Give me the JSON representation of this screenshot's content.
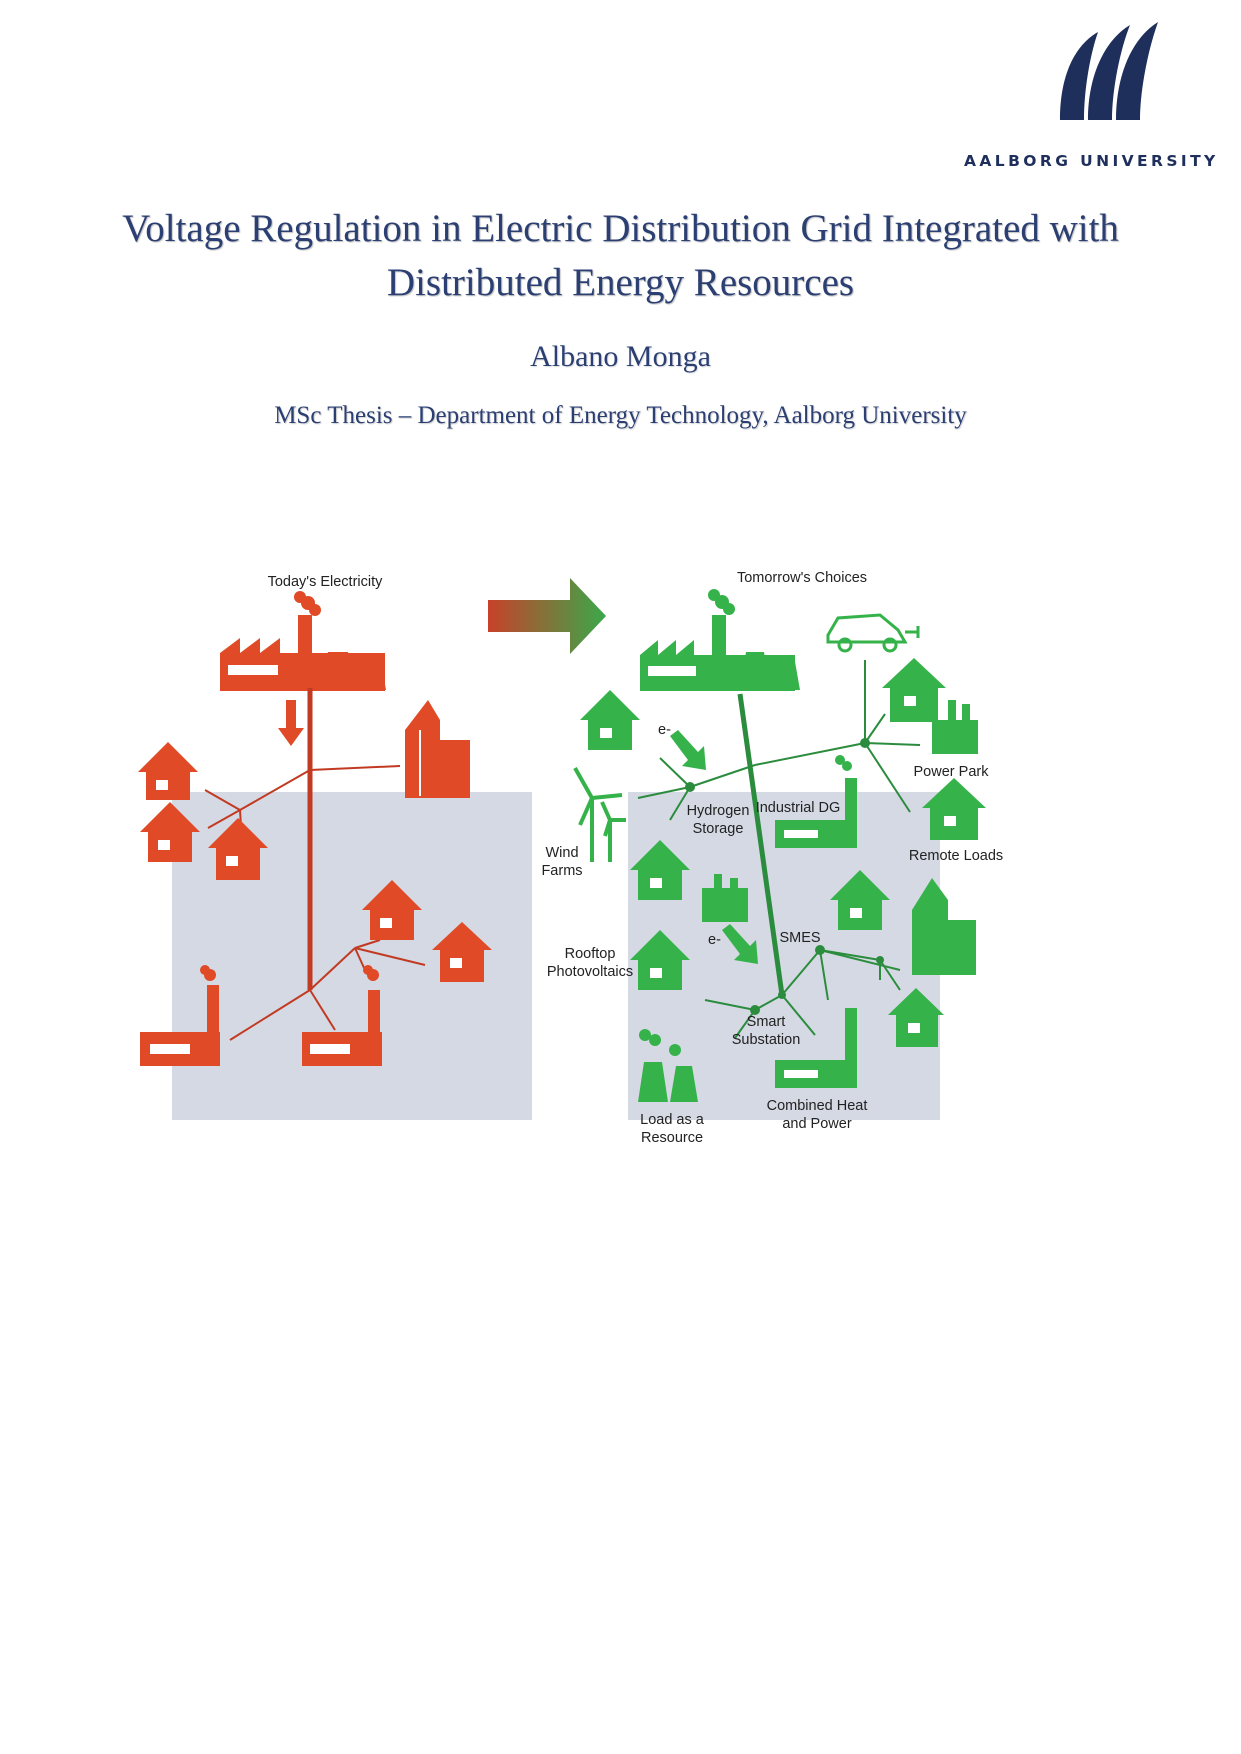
{
  "logo": {
    "university_name": "AALBORG UNIVERSITY",
    "icon": "aalborg-wave-logo-icon",
    "color": "#1f2f5b"
  },
  "title": "Voltage Regulation in Electric Distribution Grid Integrated with Distributed Energy Resources",
  "author": "Albano Monga",
  "subtitle": "MSc Thesis – Department of Energy Technology, Aalborg University",
  "figure": {
    "left_title": "Today's Electricity",
    "right_title": "Tomorrow's Choices",
    "colors": {
      "today": "#e04a26",
      "tomorrow": "#35b34a",
      "backdrop": "#d4d9e4"
    },
    "labels": {
      "hydrogen_storage": [
        "Hydrogen",
        "Storage"
      ],
      "industrial_dg": "Industrial DG",
      "power_park": "Power Park",
      "remote_loads": "Remote Loads",
      "wind_farms": [
        "Wind",
        "Farms"
      ],
      "smes": "SMES",
      "rooftop_pv": [
        "Rooftop",
        "Photovoltaics"
      ],
      "smart_substation": [
        "Smart",
        "Substation"
      ],
      "combined_heat_power": [
        "Combined Heat",
        "and Power"
      ],
      "load_as_resource": [
        "Load as a",
        "Resource"
      ],
      "electron_1": "e-",
      "electron_2": "e-"
    }
  }
}
